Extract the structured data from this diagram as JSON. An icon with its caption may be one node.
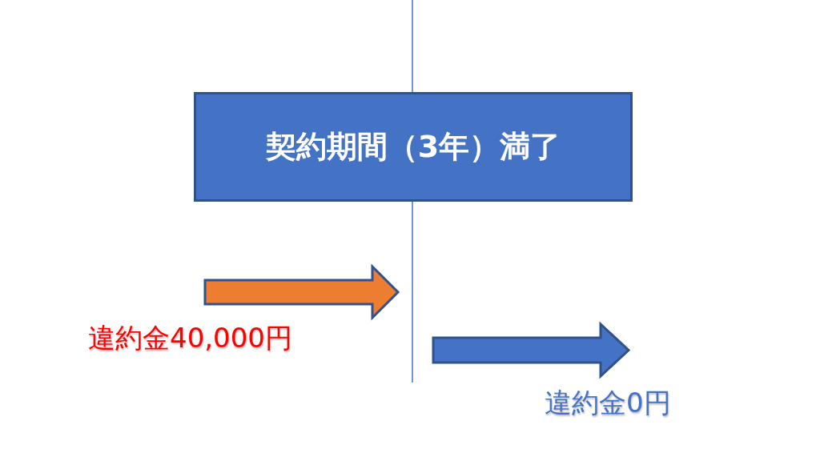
{
  "diagram": {
    "nodes": [
      {
        "text": [
          "契約期間（3年）満了"
        ]
      }
    ],
    "labels": [
      "違約金40,000円",
      "違約金0円"
    ]
  }
}
